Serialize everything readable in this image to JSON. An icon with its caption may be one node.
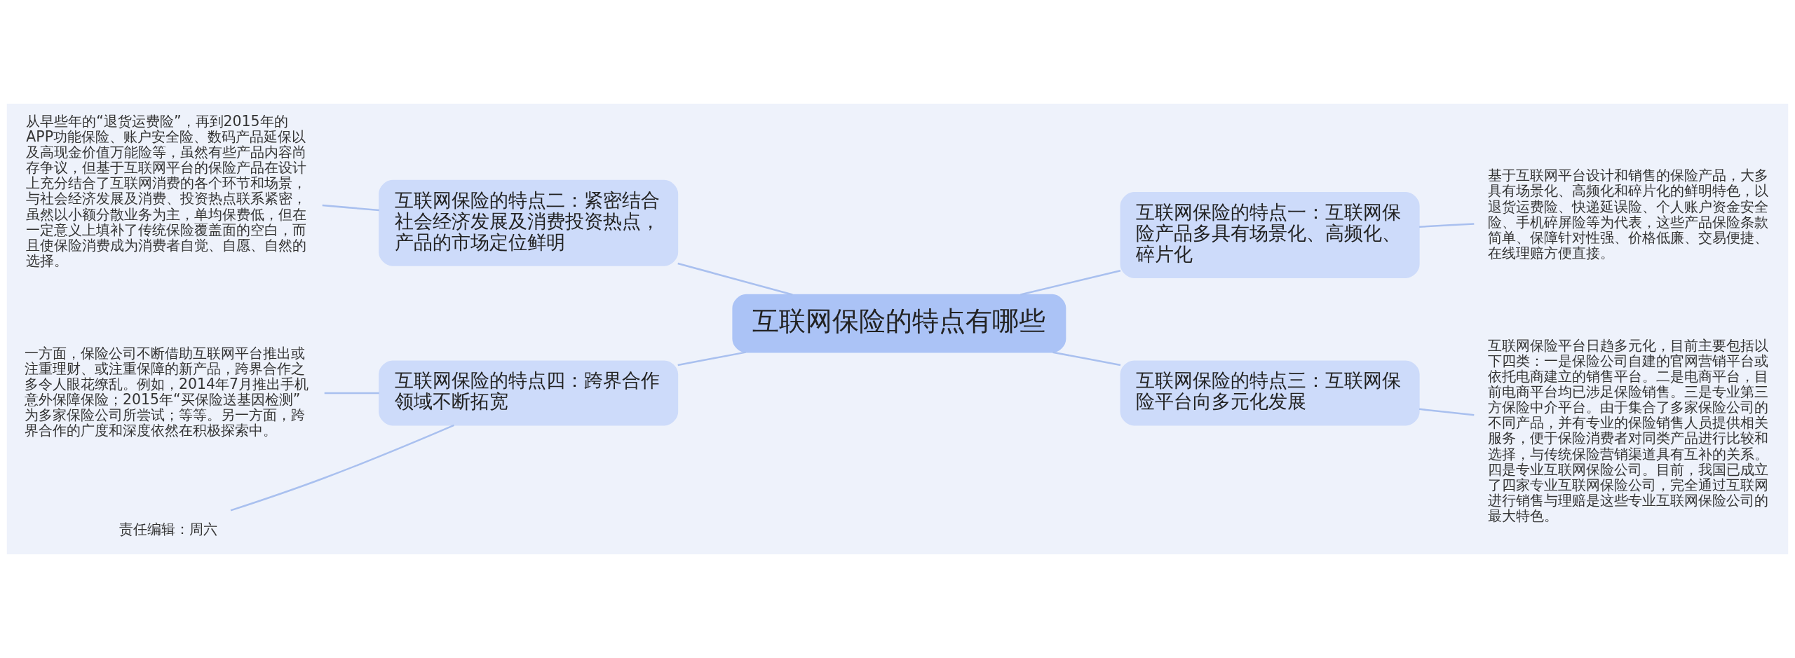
{
  "diagram": {
    "nodes": [
      {
        "text": [
          "互联网保险的特点有哪些"
        ]
      },
      {
        "text": [
          "互联网保险的特点一：互联网保险产品多具有场景化、高频化、碎片化"
        ]
      },
      {
        "text": [
          "基于互联网平台设计和销售的保险产品，大多具有场景化、高频化和碎片化的鲜明特色，以退货运费险、快递延误险、个人账户资金安全险、手机碎屏险等为代表，这些产品保险条款简单、保障针对性强、价格低廉、交易便捷、在线理赔方便直接。"
        ]
      },
      {
        "text": [
          "互联网保险的特点二：紧密结合社会经济发展及消费投资热点，产品的市场定位鲜明"
        ]
      },
      {
        "text": [
          "从早些年的“退货运费险”，再到2015年的APP功能保险、账户安全险、数码产品延保以及高现金价值万能险等，虽然有些产品内容尚存争议，但基于互联网平台的保险产品在设计上充分结合了互联网消费的各个环节和场景，与社会经济发展及消费、投资热点联系紧密，虽然以小额分散业务为主，单均保费低，但在一定意义上填补了传统保险覆盖面的空白，而且使保险消费成为消费者自觉、自愿、自然的选择。"
        ]
      },
      {
        "text": [
          "互联网保险的特点三：互联网保险平台向多元化发展"
        ]
      },
      {
        "text": [
          "互联网保险平台日趋多元化，目前主要包括以下四类：一是保险公司自建的官网营销平台或依托电商建立的销售平台。二是电商平台，目前电商平台均已涉足保险销售。三是专业第三方保险中介平台。由于集合了多家保险公司的不同产品，并有专业的保险销售人员提供相关服务，便于保险消费者对同类产品进行比较和选择，与传统保险营销渠道具有互补的关系。四是专业互联网保险公司。目前，我国已成立了四家专业互联网保险公司，完全通过互联网进行销售与理赔是这些专业互联网保险公司的最大特色。"
        ]
      },
      {
        "text": [
          "互联网保险的特点四：跨界合作领域不断拓宽"
        ]
      },
      {
        "text": [
          "一方面，保险公司不断借助互联网平台推出或注重理财、或注重保障的新产品，跨界合作之多令人眼花缭乱。例如，2014年7月推出手机意外保障保险；2015年“买保险送基因检测”为多家保险公司所尝试；等等。另一方面，跨界合作的广度和深度依然在积极探索中。"
        ]
      },
      {
        "text": [
          "责任编辑：周六"
        ]
      }
    ],
    "edges": [
      {
        "from": 0,
        "to": 1,
        "arrow": "none"
      },
      {
        "from": 1,
        "to": 2,
        "arrow": "none"
      },
      {
        "from": 0,
        "to": 3,
        "arrow": "none"
      },
      {
        "from": 3,
        "to": 4,
        "arrow": "none"
      },
      {
        "from": 0,
        "to": 5,
        "arrow": "none"
      },
      {
        "from": 5,
        "to": 6,
        "arrow": "none"
      },
      {
        "from": 0,
        "to": 7,
        "arrow": "none"
      },
      {
        "from": 7,
        "to": 8,
        "arrow": "none"
      },
      {
        "from": 7,
        "to": 9,
        "arrow": "none"
      }
    ]
  }
}
